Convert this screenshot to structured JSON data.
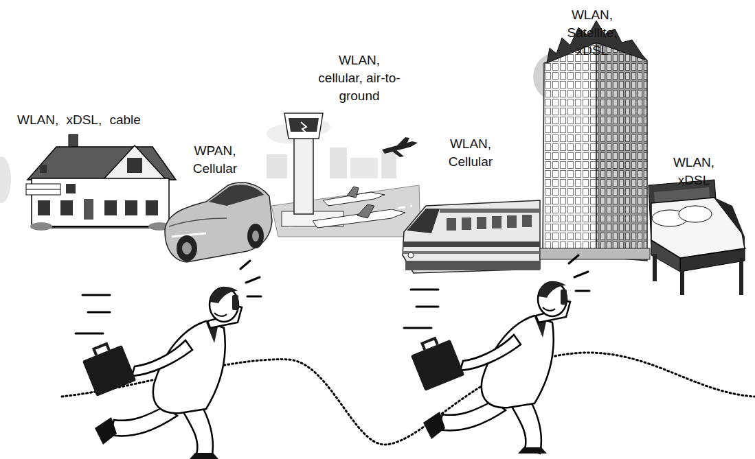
{
  "diagram": {
    "labels": [
      "WLAN, xDSL, cable",
      "WPAN, Cellular",
      "WLAN, cellular, air-to-ground",
      "WLAN, Cellular",
      "WLAN, Satellite, xDSL",
      "WLAN, xDSL"
    ]
  }
}
